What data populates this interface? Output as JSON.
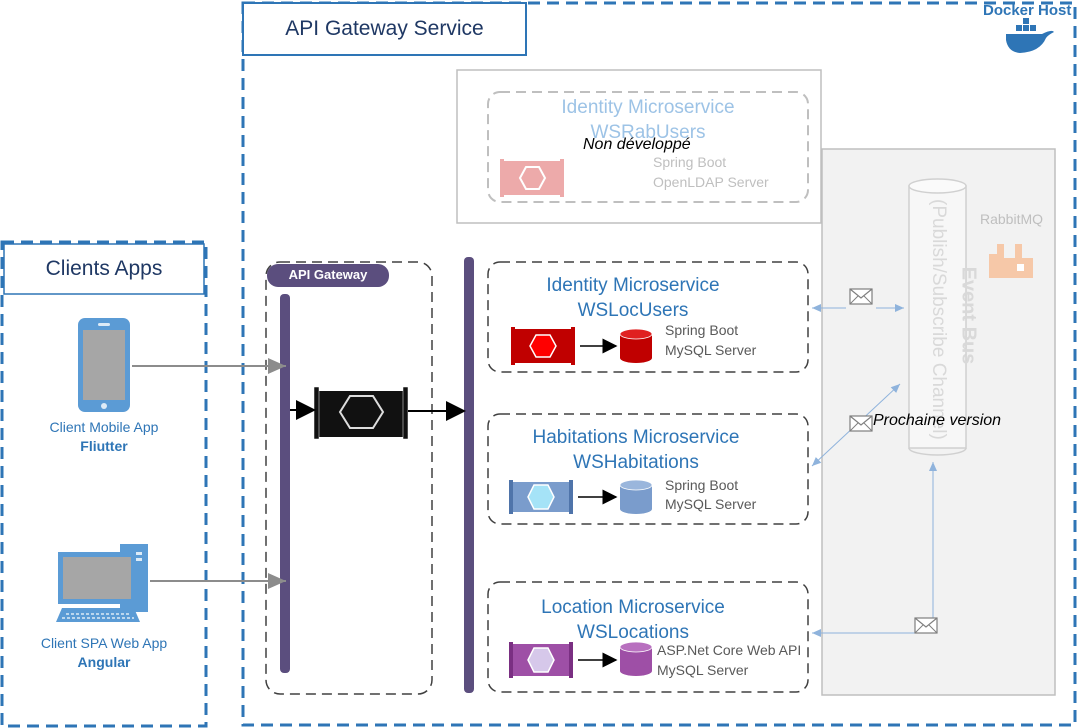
{
  "docker_host": {
    "label": "Docker Host",
    "icon": "docker-whale-icon",
    "color": "#2e75b6"
  },
  "gateway_service": {
    "title": "API Gateway Service"
  },
  "clients": {
    "title": "Clients Apps",
    "mobile": {
      "label": "Client Mobile App",
      "tech": "Fliutter",
      "icon": "smartphone-icon"
    },
    "spa": {
      "label": "Client SPA Web App",
      "tech": "Angular",
      "icon": "desktop-computer-icon"
    }
  },
  "api_gateway": {
    "badge": "API Gateway",
    "icon": "gateway-hexagon-icon"
  },
  "services": {
    "rab_users": {
      "title": "Identity Microservice",
      "name": "WSRabUsers",
      "tech": "Spring Boot",
      "db": "OpenLDAP Server",
      "note": "Non développé",
      "color": "#e8a0a0"
    },
    "loc_users": {
      "title": "Identity Microservice",
      "name": "WSLocUsers",
      "tech": "Spring Boot",
      "db": "MySQL Server",
      "color": "#c00000"
    },
    "habitations": {
      "title": "Habitations Microservice",
      "name": "WSHabitations",
      "tech": "Spring Boot",
      "db": "MySQL Server",
      "color": "#7a9ccc"
    },
    "locations": {
      "title": "Location Microservice",
      "name": "WSLocations",
      "tech": "ASP.Net Core Web API",
      "db": "MySQL Server",
      "color": "#9e4fa6"
    }
  },
  "event_bus": {
    "title": "Event Bus",
    "subtitle": "(Publish/Subscribe Channel)",
    "broker": "RabbitMQ",
    "broker_color": "#f6c8a8",
    "note": "Prochaine version",
    "icon": "envelope-icon"
  },
  "colors": {
    "accent": "#2e75b6",
    "gateway_purple": "#5b4e7e"
  }
}
